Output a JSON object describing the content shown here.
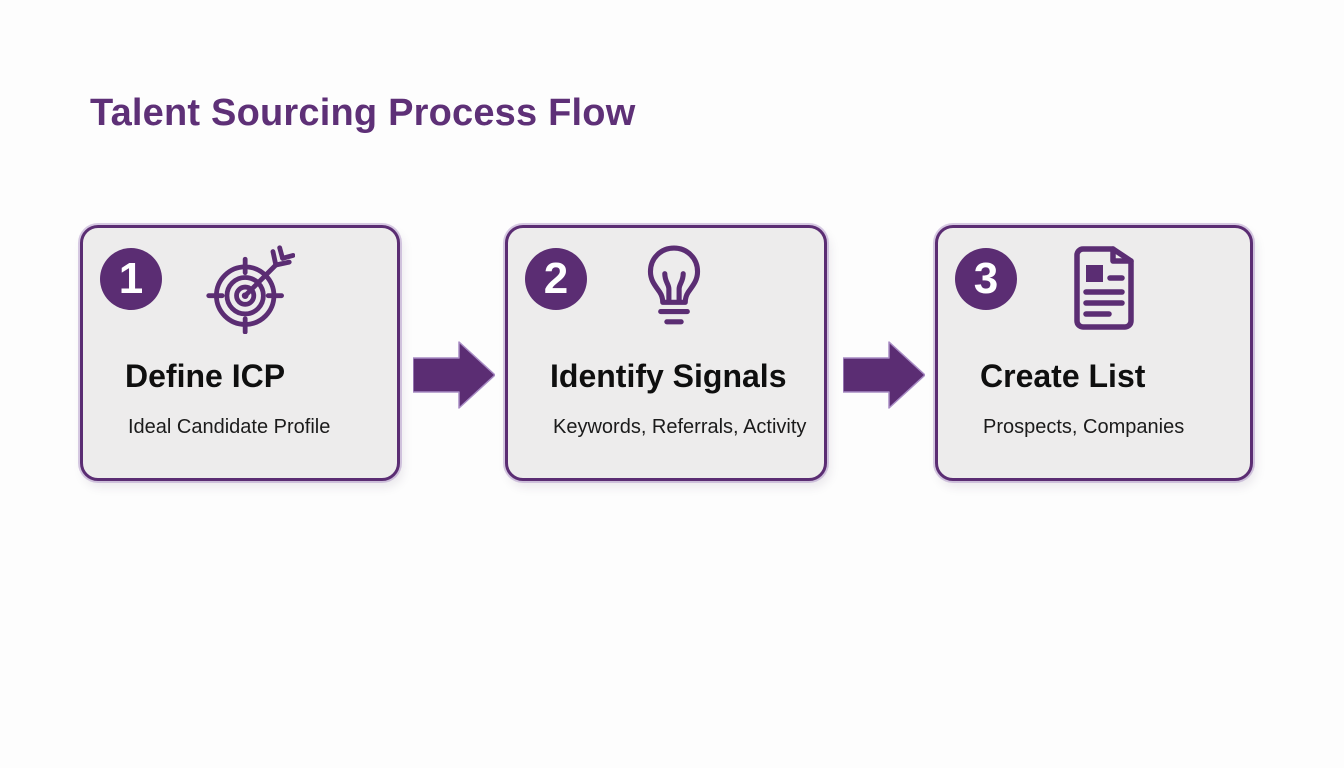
{
  "page": {
    "title": "Talent Sourcing Process Flow"
  },
  "colors": {
    "accent_purple": "#5b2d73",
    "title_purple": "#5e3077",
    "box_background": "#edecec",
    "box_border": "#5b2d73",
    "box_border_halo": "#a88cc4",
    "page_background": "#fdfdfd",
    "step_title_color": "#0f0f0f",
    "step_subtitle_color": "#1b1b1b",
    "number_badge_background": "#5b2d73",
    "number_badge_text": "#ffffff"
  },
  "flow": {
    "steps": [
      {
        "number": "1",
        "icon": "target-icon",
        "title": "Define ICP",
        "subtitle": "Ideal Candidate Profile"
      },
      {
        "number": "2",
        "icon": "lightbulb-icon",
        "title": "Identify Signals",
        "subtitle": "Keywords, Referrals, Activity"
      },
      {
        "number": "3",
        "icon": "document-icon",
        "title": "Create List",
        "subtitle": "Prospects, Companies"
      }
    ],
    "connector_icon": "arrow-right-icon"
  }
}
